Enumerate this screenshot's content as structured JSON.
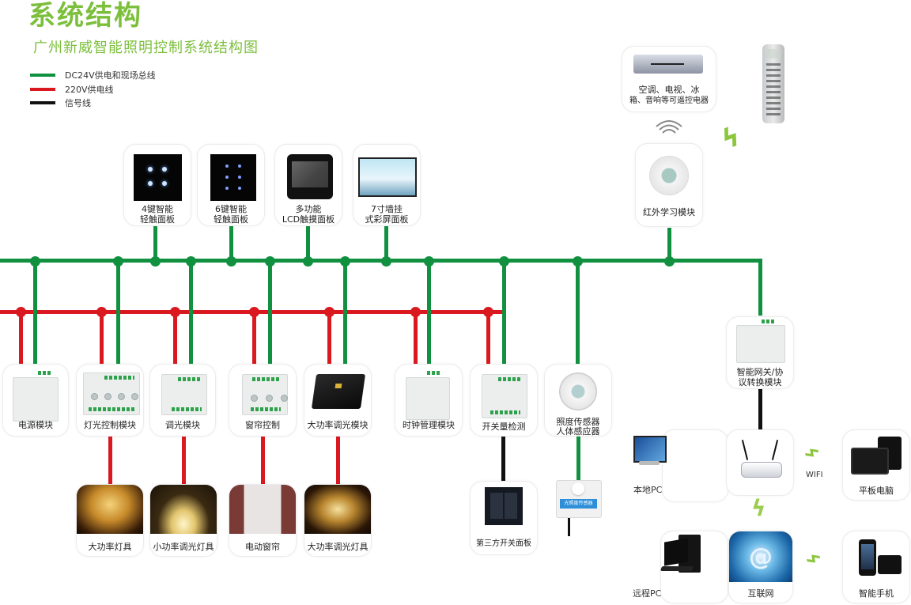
{
  "header": {
    "title": "系统结构",
    "subtitle": "广州新威智能照明控制系统结构图"
  },
  "legend": [
    {
      "label": "DC24V供电和现场总线",
      "color": "#119140"
    },
    {
      "label": "220V供电线",
      "color": "#d9191f"
    },
    {
      "label": "信号线",
      "color": "#111111"
    }
  ],
  "colors": {
    "accent": "#7cbf3c",
    "bus_green": "#119140",
    "power_red": "#d9191f",
    "signal_black": "#111111"
  },
  "top_panels": [
    {
      "line1": "4键智能",
      "line2": "轻触面板"
    },
    {
      "line1": "6键智能",
      "line2": "轻触面板"
    },
    {
      "line1": "多功能",
      "line2": "LCD触摸面板"
    },
    {
      "line1": "7寸墙挂",
      "line2": "式彩屏面板"
    }
  ],
  "remote_devices": {
    "line1": "空调、电视、冰",
    "line2": "箱、音响等可遥控电器"
  },
  "ir_module": {
    "label": "红外学习模块"
  },
  "modules": [
    {
      "label": "电源模块"
    },
    {
      "label": "灯光控制模块"
    },
    {
      "label": "调光模块"
    },
    {
      "label": "窗帘控制"
    },
    {
      "label": "大功率调光模块"
    },
    {
      "label": "时钟管理模块"
    },
    {
      "label": "开关量检测"
    },
    {
      "line1": "照度传感器",
      "line2": "人体感应器"
    }
  ],
  "loads": [
    {
      "label": "大功率灯具"
    },
    {
      "label": "小功率调光灯具"
    },
    {
      "label": "电动窗帘"
    },
    {
      "label": "大功率调光灯具"
    }
  ],
  "switch_panel": {
    "label": "第三方开关面板"
  },
  "light_sensor": {
    "label": "光照度传感器"
  },
  "gateway": {
    "line1": "智能网关/协",
    "line2": "议转换模块"
  },
  "network": {
    "local_pc": "本地PC",
    "wifi": "WIFI",
    "tablet": "平板电脑",
    "remote_pc": "远程PC",
    "internet": "互联网",
    "internet_symbol": "@",
    "phone": "智能手机"
  }
}
